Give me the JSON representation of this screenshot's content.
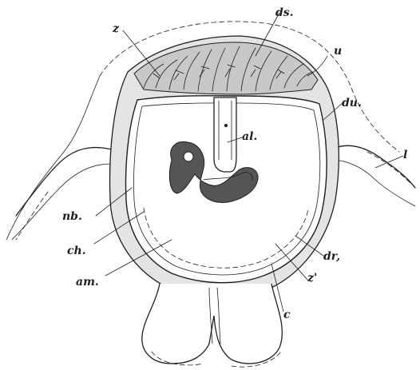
{
  "colors": {
    "ink": "#1e1e1e",
    "paper": "#ffffff",
    "tissue": "#e4e4e4",
    "embryo": "#555555"
  },
  "labels": {
    "z": "z",
    "ds": "ds.",
    "u": "u",
    "du": "du.",
    "al": "al.",
    "l": "l",
    "nb": "nb.",
    "ch": "ch.",
    "am": "am.",
    "dr": "dr,",
    "z2": "z'",
    "c": "c"
  }
}
